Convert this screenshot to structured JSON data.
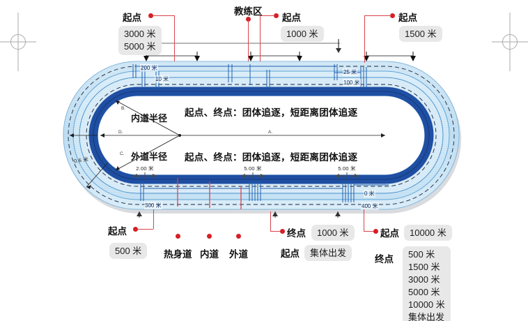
{
  "diagram": {
    "title_center_upper": "起点、终点：团体追逐，短距离团体追逐",
    "title_center_lower": "起点、终点：团体追逐，短距离团体追逐",
    "inner_radius_label": "内道半径",
    "outer_radius_label": "外道半径",
    "letter_a": "A.",
    "letter_b": "B.",
    "letter_c": "C.",
    "letter_d": "D."
  },
  "top_callouts": [
    {
      "name": "start-3000-5000",
      "label": "起点",
      "chip_lines": [
        "3000 米",
        "5000 米"
      ]
    },
    {
      "name": "coach-zone",
      "label": "教练区",
      "chip_lines": []
    },
    {
      "name": "start-1000",
      "label": "起点",
      "chip_lines": [
        "1000 米"
      ]
    },
    {
      "name": "start-1500",
      "label": "起点",
      "chip_lines": [
        "1500 米"
      ]
    }
  ],
  "bottom_callouts": [
    {
      "name": "start-500",
      "label": "起点",
      "chip_lines": [
        "500 米"
      ]
    },
    {
      "name": "warmup-lane",
      "label": "热身道",
      "chip_lines": []
    },
    {
      "name": "inner-lane",
      "label": "内道",
      "chip_lines": []
    },
    {
      "name": "outer-lane",
      "label": "外道",
      "chip_lines": []
    }
  ],
  "bottom_right_group": {
    "finish_label": "终点",
    "finish_chip": "1000 米",
    "start_label": "起点",
    "start_chip": "集体出发"
  },
  "far_right_group": {
    "start_label": "起点",
    "start_chip": "10000 米",
    "finish_label": "终点",
    "finish_chip_lines": [
      "500 米",
      "1500 米",
      "3000 米",
      "5000 米",
      "10000 米",
      "集体出发"
    ]
  },
  "dimensions": {
    "d200": "200 米",
    "d10": "10 米",
    "d25": "25 米",
    "d100": "100 米",
    "d300": "300 米",
    "d400": "400 米",
    "d0": "0 米",
    "d06": "0.6 米",
    "w200": "2.00 米",
    "w500a": "5.00 米",
    "w500b": "5.00 米"
  },
  "colors": {
    "accent_red": "#d61f26",
    "leader_red": "#d9434a",
    "track_blue_dark": "#1f4fa3",
    "track_blue_mid": "#9ec8e8",
    "track_blue_light": "#cfe6f5",
    "chip_bg": "#e8e8e8",
    "dim_grey": "#6f6f6f"
  },
  "registration_marks": [
    "crosshair-left",
    "crosshair-right"
  ]
}
